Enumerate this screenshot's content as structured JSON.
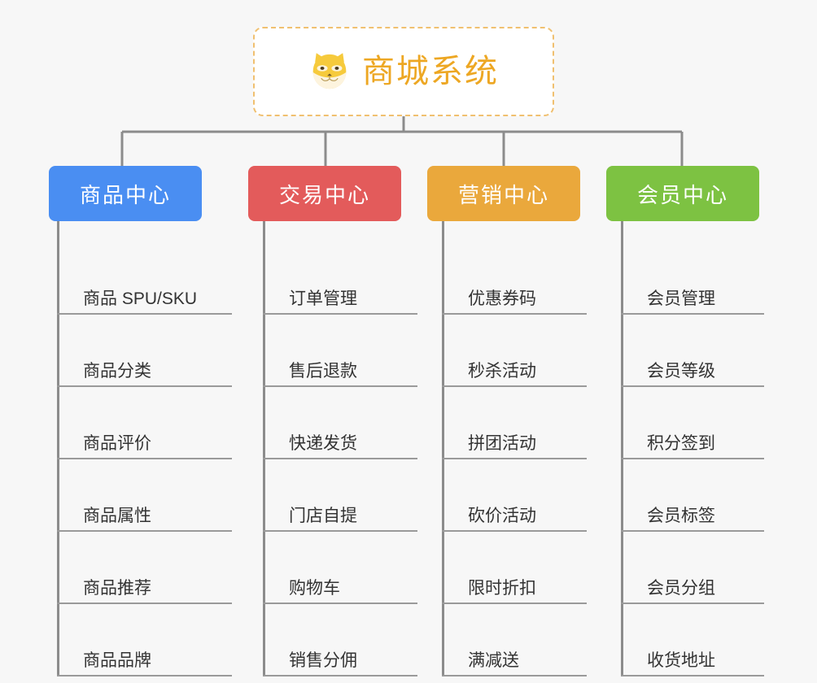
{
  "page": {
    "background_color": "#f7f7f7",
    "type": "organization-tree-diagram"
  },
  "root": {
    "title": "商城系统",
    "icon": "shiba-dog-icon",
    "title_color": "#eda723",
    "border_color": "#f0c070",
    "background_color": "#ffffff"
  },
  "connector": {
    "color": "#8c8c8c"
  },
  "columns": [
    {
      "title": "商品中心",
      "color": "#4a8ef2",
      "items": [
        {
          "label": "商品 SPU/SKU"
        },
        {
          "label": "商品分类"
        },
        {
          "label": "商品评价"
        },
        {
          "label": "商品属性"
        },
        {
          "label": "商品推荐"
        },
        {
          "label": "商品品牌"
        }
      ]
    },
    {
      "title": "交易中心",
      "color": "#e35b5b",
      "items": [
        {
          "label": "订单管理"
        },
        {
          "label": "售后退款"
        },
        {
          "label": "快递发货"
        },
        {
          "label": "门店自提"
        },
        {
          "label": "购物车"
        },
        {
          "label": "销售分佣"
        }
      ]
    },
    {
      "title": "营销中心",
      "color": "#eaa83c",
      "items": [
        {
          "label": "优惠券码"
        },
        {
          "label": "秒杀活动"
        },
        {
          "label": "拼团活动"
        },
        {
          "label": "砍价活动"
        },
        {
          "label": "限时折扣"
        },
        {
          "label": "满减送"
        }
      ]
    },
    {
      "title": "会员中心",
      "color": "#7dc242",
      "items": [
        {
          "label": "会员管理"
        },
        {
          "label": "会员等级"
        },
        {
          "label": "积分签到"
        },
        {
          "label": "会员标签"
        },
        {
          "label": "会员分组"
        },
        {
          "label": "收货地址"
        }
      ]
    }
  ]
}
